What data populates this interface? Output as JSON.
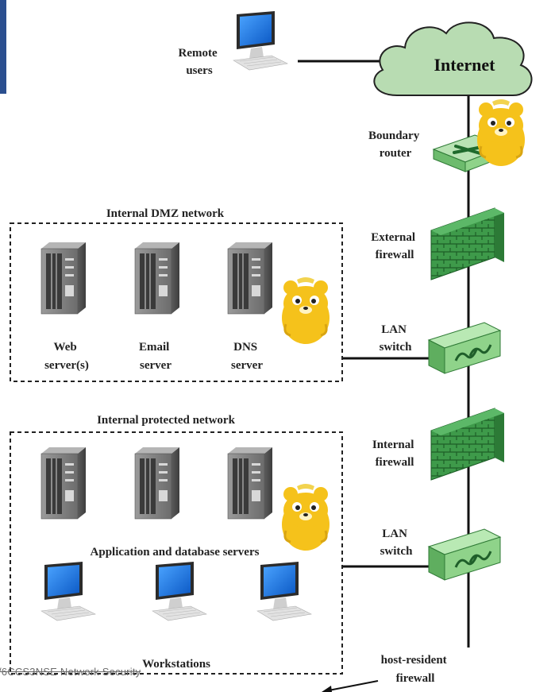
{
  "nodes": {
    "remote_users": [
      "Remote",
      "users"
    ],
    "internet": "Internet",
    "boundary_router": [
      "Boundary",
      "router"
    ],
    "external_firewall": [
      "External",
      "firewall"
    ],
    "lan_switch_dmz": [
      "LAN",
      "switch"
    ],
    "internal_firewall": [
      "Internal",
      "firewall"
    ],
    "lan_switch_protected": [
      "LAN",
      "switch"
    ],
    "host_resident_firewall": [
      "host-resident",
      "firewall"
    ]
  },
  "zones": {
    "dmz": {
      "title": "Internal DMZ network",
      "servers": [
        [
          "Web",
          "server(s)"
        ],
        [
          "Email",
          "server"
        ],
        [
          "DNS",
          "server"
        ]
      ]
    },
    "protected": {
      "title": "Internal protected network",
      "servers_label": "Application and database servers",
      "workstations_label": "Workstations"
    }
  },
  "footer": "/6CCS3NSE Network Security",
  "colors": {
    "internet_cloud": "#b8dcb2",
    "firewall": "#3e9a4a",
    "switch": "#8fd38a",
    "router": "#b9e3b4",
    "monitor_screen": "#1a6ed6",
    "mascot": "#f5c21b"
  }
}
